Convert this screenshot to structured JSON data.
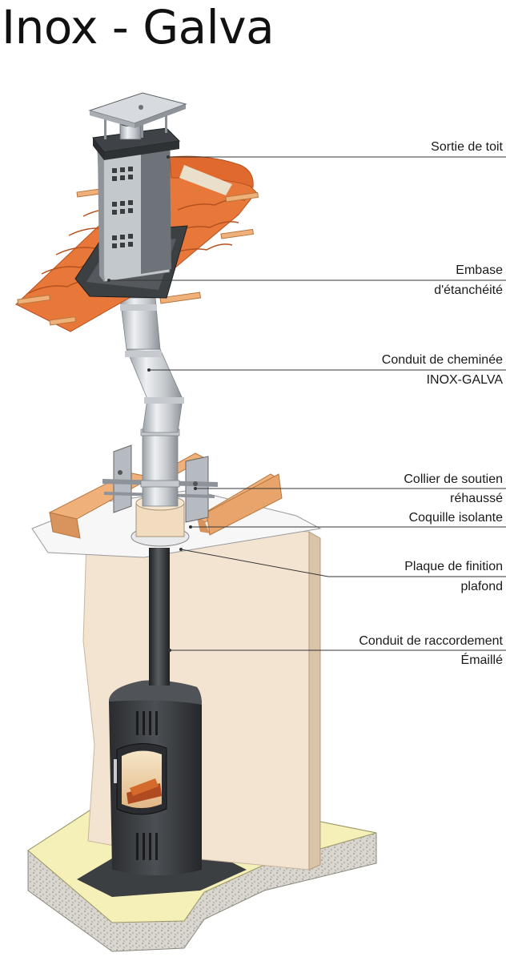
{
  "title": "Inox - Galva",
  "callouts": [
    {
      "id": "sortie-de-toit",
      "lines": [
        "Sortie de toit"
      ]
    },
    {
      "id": "embase-etancheite",
      "lines": [
        "Embase",
        "d'étanchéité"
      ]
    },
    {
      "id": "conduit-cheminee",
      "lines": [
        "Conduit de cheminée",
        "INOX-GALVA"
      ]
    },
    {
      "id": "collier-soutien",
      "lines": [
        "Collier de soutien",
        "réhaussé"
      ]
    },
    {
      "id": "coquille-isolante",
      "lines": [
        "Coquille isolante"
      ]
    },
    {
      "id": "plaque-finition",
      "lines": [
        "Plaque de finition",
        "plafond"
      ]
    },
    {
      "id": "conduit-raccordement",
      "lines": [
        "Conduit de raccordement",
        "Émaillé"
      ]
    }
  ],
  "colors": {
    "tile": "#e8773a",
    "tile_dark": "#c85a24",
    "wood": "#f0b07a",
    "wall": "#f3e4d2",
    "floor": "#f5f0b8",
    "steel": "#d3d6da",
    "stove": "#3a3d40",
    "stove_dark": "#25272a",
    "leader": "#333333"
  }
}
